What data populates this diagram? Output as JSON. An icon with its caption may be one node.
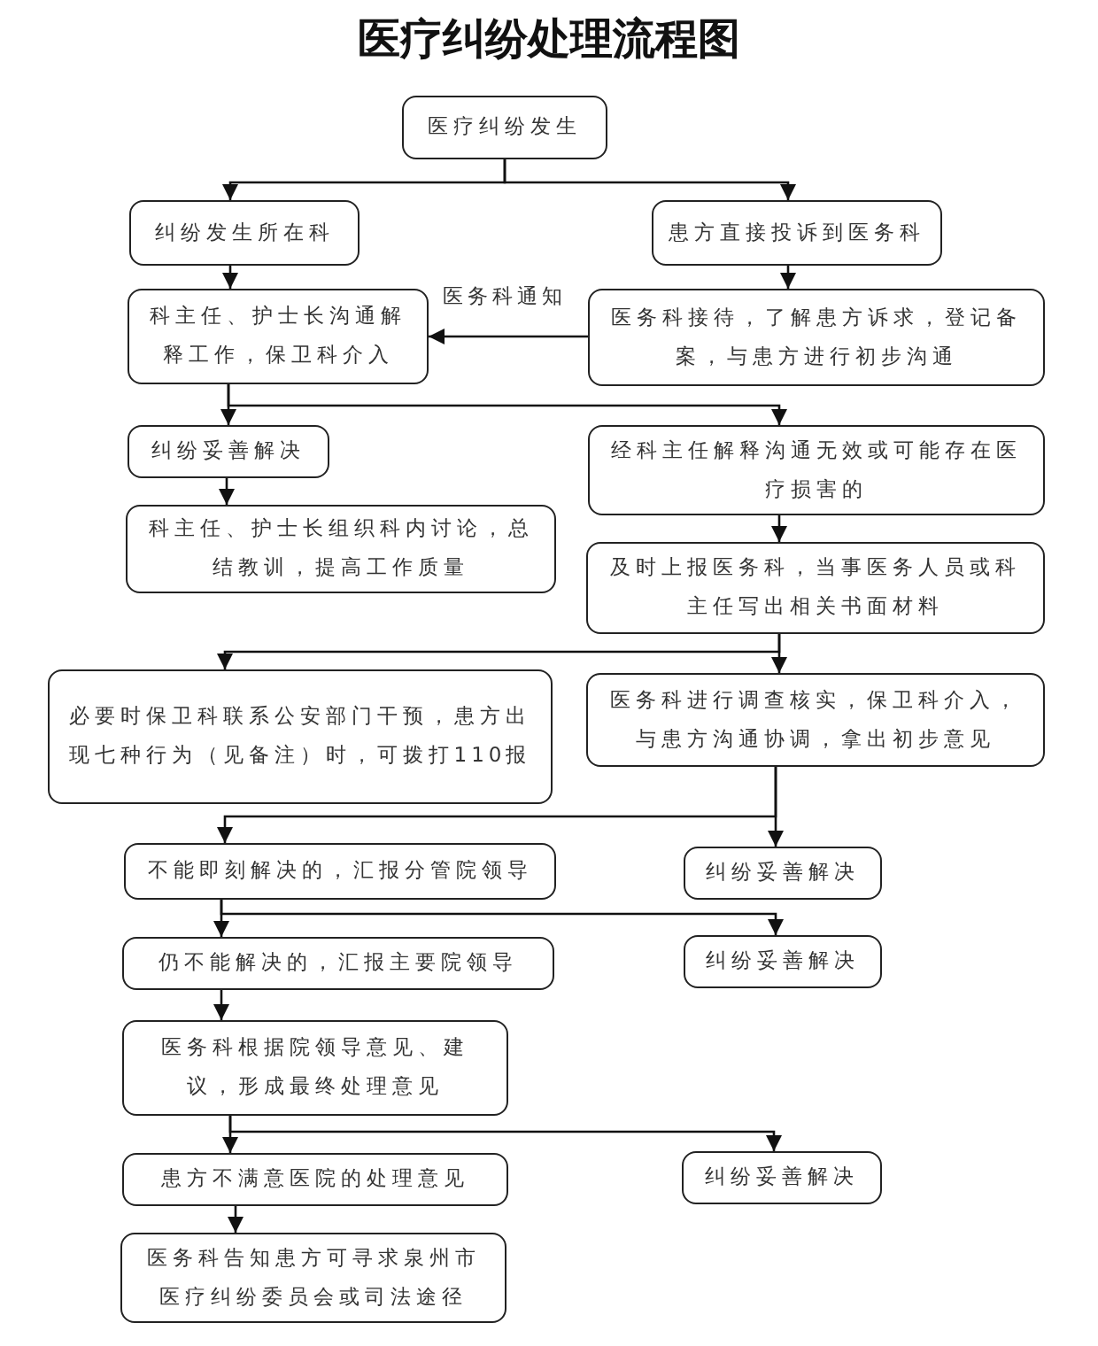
{
  "diagram": {
    "title": "医疗纠纷处理流程图",
    "nodes": [
      {
        "text": [
          "医疗纠纷发生"
        ]
      },
      {
        "text": [
          "纠纷发生所在科"
        ]
      },
      {
        "text": [
          "患方直接投诉到医务科"
        ]
      },
      {
        "text": [
          "科主任、护士长沟通解释工作，保卫科介入"
        ]
      },
      {
        "text": [
          "医务科接待，了解患方诉求，登记备案，与患方进行初步沟通"
        ]
      },
      {
        "text": [
          "纠纷妥善解决"
        ]
      },
      {
        "text": [
          "经科主任解释沟通无效或可能存在医疗损害的"
        ]
      },
      {
        "text": [
          "科主任、护士长组织科内讨论，总结教训，提高工作质量"
        ]
      },
      {
        "text": [
          "及时上报医务科，当事医务人员或科主任写出相关书面材料"
        ]
      },
      {
        "text": [
          "必要时保卫科联系公安部门干预，患方出现七种行为（见备注）时，可拨打110报"
        ]
      },
      {
        "text": [
          "医务科进行调查核实，保卫科介入，与患方沟通协调，拿出初步意见"
        ]
      },
      {
        "text": [
          "不能即刻解决的，汇报分管院领导"
        ]
      },
      {
        "text": [
          "纠纷妥善解决"
        ]
      },
      {
        "text": [
          "仍不能解决的，汇报主要院领导"
        ]
      },
      {
        "text": [
          "纠纷妥善解决"
        ]
      },
      {
        "text": [
          "医务科根据院领导意见、建议，形成最终处理意见"
        ]
      },
      {
        "text": [
          "患方不满意医院的处理意见"
        ]
      },
      {
        "text": [
          "纠纷妥善解决"
        ]
      },
      {
        "text": [
          "医务科告知患方可寻求泉州市医疗纠纷委员会或司法途径"
        ]
      }
    ],
    "edges": [
      {
        "from": 0,
        "to": 1,
        "arrow": "to"
      },
      {
        "from": 0,
        "to": 2,
        "arrow": "to"
      },
      {
        "from": 1,
        "to": 3,
        "arrow": "to"
      },
      {
        "from": 2,
        "to": 4,
        "arrow": "to"
      },
      {
        "from": 4,
        "to": 3,
        "arrow": "to",
        "label": "医务科通知"
      },
      {
        "from": 3,
        "to": 5,
        "arrow": "to"
      },
      {
        "from": 3,
        "to": 6,
        "arrow": "to"
      },
      {
        "from": 5,
        "to": 7,
        "arrow": "to"
      },
      {
        "from": 6,
        "to": 8,
        "arrow": "to"
      },
      {
        "from": 8,
        "to": 9,
        "arrow": "to"
      },
      {
        "from": 8,
        "to": 10,
        "arrow": "to"
      },
      {
        "from": 10,
        "to": 11,
        "arrow": "to"
      },
      {
        "from": 10,
        "to": 12,
        "arrow": "to"
      },
      {
        "from": 11,
        "to": 13,
        "arrow": "to"
      },
      {
        "from": 11,
        "to": 14,
        "arrow": "to"
      },
      {
        "from": 13,
        "to": 15,
        "arrow": "to"
      },
      {
        "from": 15,
        "to": 16,
        "arrow": "to"
      },
      {
        "from": 15,
        "to": 17,
        "arrow": "to"
      },
      {
        "from": 16,
        "to": 18,
        "arrow": "to"
      }
    ]
  }
}
